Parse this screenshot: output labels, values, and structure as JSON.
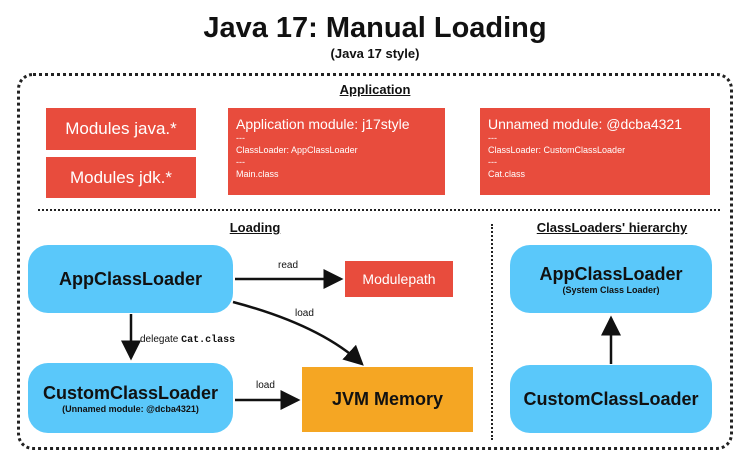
{
  "title": "Java 17: Manual Loading",
  "subtitle": "(Java 17 style)",
  "application": {
    "heading": "Application",
    "modules_java": "Modules java.*",
    "modules_jdk": "Modules jdk.*",
    "app_module": {
      "title": "Application module: j17style",
      "sep1": "---",
      "classloader": "ClassLoader: AppClassLoader",
      "sep2": "---",
      "cls": "Main.class"
    },
    "unnamed_module": {
      "title": "Unnamed module: @dcba4321",
      "sep1": "---",
      "classloader": "ClassLoader: CustomClassLoader",
      "sep2": "---",
      "cls": "Cat.class"
    }
  },
  "loading": {
    "heading": "Loading",
    "app_loader": "AppClassLoader",
    "custom_loader": "CustomClassLoader",
    "custom_loader_sub": "(Unnamed module: @dcba4321)",
    "modulepath": "Modulepath",
    "jvm_memory": "JVM Memory",
    "read_label": "read",
    "load_label_1": "load",
    "load_label_2": "load",
    "delegate_label": "delegate",
    "delegate_class": "Cat.class"
  },
  "hierarchy": {
    "heading": "ClassLoaders' hierarchy",
    "app_loader": "AppClassLoader",
    "app_loader_sub": "(System Class Loader)",
    "custom_loader": "CustomClassLoader"
  }
}
